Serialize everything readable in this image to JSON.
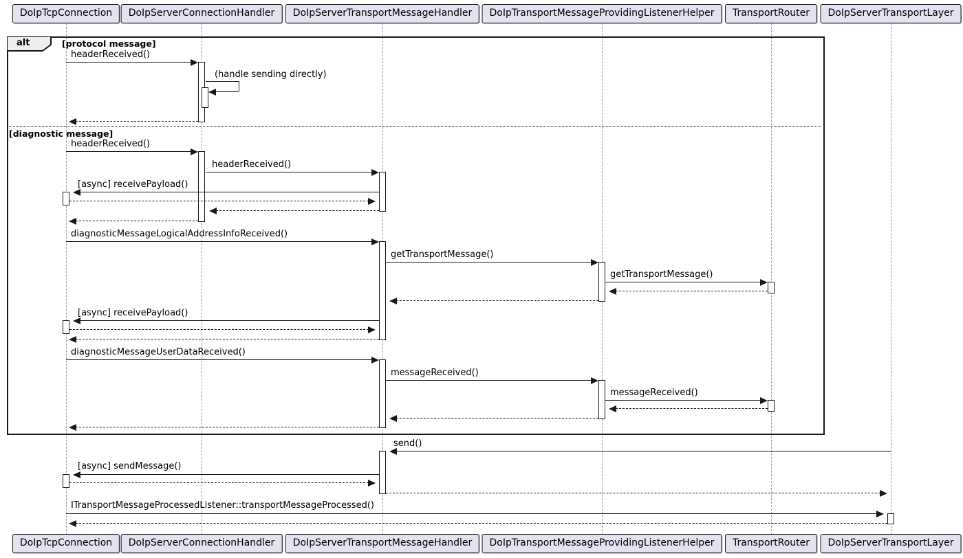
{
  "colors": {
    "participant_fill": "#E2E2F0",
    "border": "#181818",
    "lifeline": "#9A9A9A",
    "operator_fill": "#EEEEEE",
    "background": "#FFFFFF"
  },
  "diagram": {
    "participants": [
      "DoIpTcpConnection",
      "DoIpServerConnectionHandler",
      "DoIpServerTransportMessageHandler",
      "DoIpTransportMessageProvidingListenerHelper",
      "TransportRouter",
      "DoIpServerTransportLayer"
    ],
    "frame": {
      "operator": "alt",
      "guard_protocol": "[protocol message]",
      "guard_diagnostic": "[diagnostic message]"
    },
    "messages": [
      {
        "label": "headerReceived()",
        "from": "DoIpTcpConnection",
        "to": "DoIpServerConnectionHandler",
        "kind": "sync"
      },
      {
        "label": "(handle sending directly)",
        "from": "DoIpServerConnectionHandler",
        "to": "DoIpServerConnectionHandler",
        "kind": "self"
      },
      {
        "label": "headerReceived()",
        "from": "DoIpTcpConnection",
        "to": "DoIpServerConnectionHandler",
        "kind": "sync"
      },
      {
        "label": "headerReceived()",
        "from": "DoIpServerConnectionHandler",
        "to": "DoIpServerTransportMessageHandler",
        "kind": "sync"
      },
      {
        "label": "[async] receivePayload()",
        "from": "DoIpServerTransportMessageHandler",
        "to": "DoIpTcpConnection",
        "kind": "sync"
      },
      {
        "label": "diagnosticMessageLogicalAddressInfoReceived()",
        "from": "DoIpTcpConnection",
        "to": "DoIpServerTransportMessageHandler",
        "kind": "sync"
      },
      {
        "label": "getTransportMessage()",
        "from": "DoIpServerTransportMessageHandler",
        "to": "DoIpTransportMessageProvidingListenerHelper",
        "kind": "sync"
      },
      {
        "label": "getTransportMessage()",
        "from": "DoIpTransportMessageProvidingListenerHelper",
        "to": "TransportRouter",
        "kind": "sync"
      },
      {
        "label": "[async] receivePayload()",
        "from": "DoIpServerTransportMessageHandler",
        "to": "DoIpTcpConnection",
        "kind": "sync"
      },
      {
        "label": "diagnosticMessageUserDataReceived()",
        "from": "DoIpTcpConnection",
        "to": "DoIpServerTransportMessageHandler",
        "kind": "sync"
      },
      {
        "label": "messageReceived()",
        "from": "DoIpServerTransportMessageHandler",
        "to": "DoIpTransportMessageProvidingListenerHelper",
        "kind": "sync"
      },
      {
        "label": "messageReceived()",
        "from": "DoIpTransportMessageProvidingListenerHelper",
        "to": "TransportRouter",
        "kind": "sync"
      },
      {
        "label": "send()",
        "from": "DoIpServerTransportLayer",
        "to": "DoIpServerTransportMessageHandler",
        "kind": "sync"
      },
      {
        "label": "[async] sendMessage()",
        "from": "DoIpServerTransportMessageHandler",
        "to": "DoIpTcpConnection",
        "kind": "sync"
      },
      {
        "label": "ITransportMessageProcessedListener::transportMessageProcessed()",
        "from": "DoIpTcpConnection",
        "to": "DoIpServerTransportLayer",
        "kind": "sync"
      }
    ]
  }
}
